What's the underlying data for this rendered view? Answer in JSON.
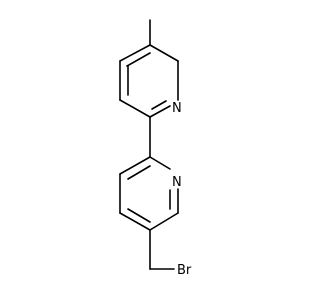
{
  "molecule": {
    "atoms": {
      "n_upper": "N",
      "n_lower": "N",
      "br": "Br"
    }
  }
}
